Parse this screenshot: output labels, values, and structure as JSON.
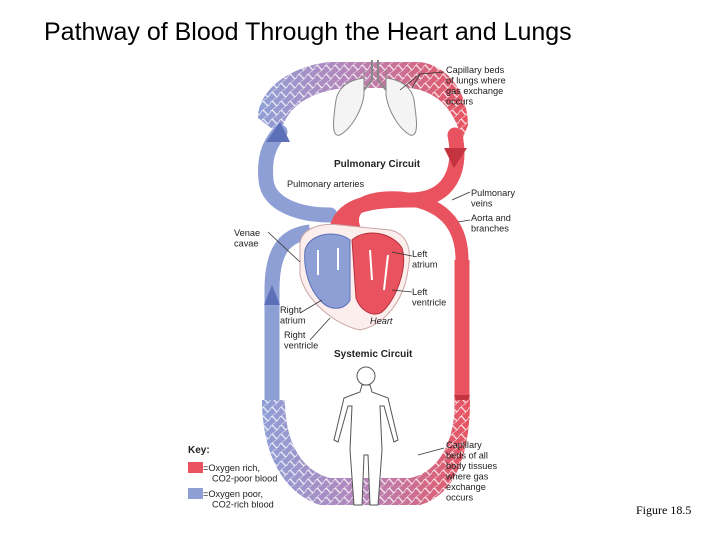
{
  "title": "Pathway of Blood Through the Heart and Lungs",
  "figure_caption": "Figure 18.5",
  "colors": {
    "oxygen_rich": "#e8535f",
    "oxygen_poor": "#8e9fd6",
    "capillary_mix": "#b784b8"
  },
  "labels": {
    "capillary_lungs": [
      "Capillary beds",
      "of lungs where",
      "gas exchange",
      "occurs"
    ],
    "pulmonary_circuit": "Pulmonary Circuit",
    "pulmonary_arteries": "Pulmonary arteries",
    "pulmonary_veins": [
      "Pulmonary",
      "veins"
    ],
    "aorta": [
      "Aorta and",
      "branches"
    ],
    "venae_cavae": [
      "Venae",
      "cavae"
    ],
    "left_atrium": [
      "Left",
      "atrium"
    ],
    "left_ventricle": [
      "Left",
      "ventricle"
    ],
    "right_atrium": [
      "Right",
      "atrium"
    ],
    "right_ventricle": [
      "Right",
      "ventricle"
    ],
    "heart": "Heart",
    "systemic_circuit": "Systemic Circuit",
    "capillary_body": [
      "Capillary",
      "beds of all",
      "body tissues",
      "where gas",
      "exchange",
      "occurs"
    ]
  },
  "key": {
    "title": "Key:",
    "oxygen_rich": [
      "=Oxygen rich,",
      "CO2-poor blood"
    ],
    "oxygen_poor": [
      "=Oxygen poor,",
      "CO2-rich blood"
    ]
  }
}
